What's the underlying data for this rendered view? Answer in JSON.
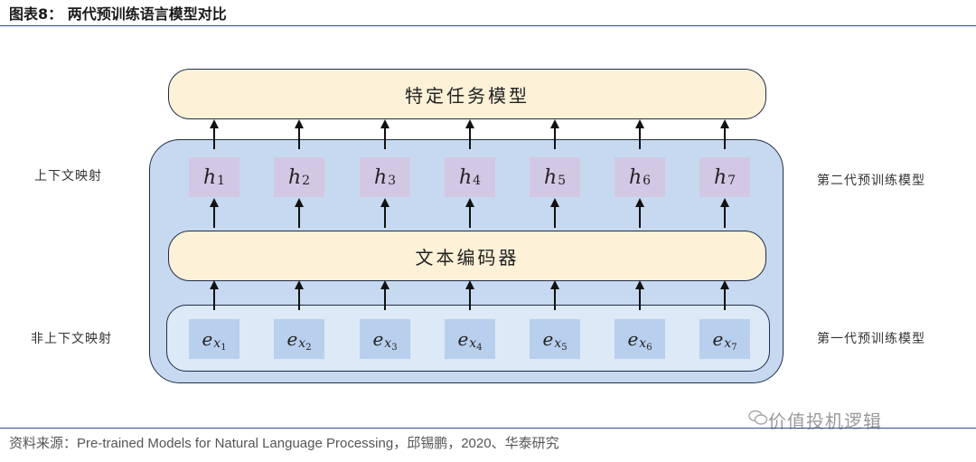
{
  "figure_title": "图表8：  两代预训练语言模型对比",
  "top_module": "特定任务模型",
  "middle_module": "文本编码器",
  "left_labels": {
    "contextual": "上下文映射",
    "non_contextual": "非上下文映射"
  },
  "right_labels": {
    "second_gen": "第二代预训练模型",
    "first_gen": "第一代预训练模型"
  },
  "hidden_symbol": "h",
  "hidden_indices": [
    "1",
    "2",
    "3",
    "4",
    "5",
    "6",
    "7"
  ],
  "embedding_symbol": "e",
  "embedding_sub_symbol": "x",
  "embedding_indices": [
    "1",
    "2",
    "3",
    "4",
    "5",
    "6",
    "7"
  ],
  "source_text": "资料来源：Pre-trained Models for Natural Language Processing，邱锡鹏，2020、华泰研究",
  "watermark_text": "价值投机逻辑",
  "colors": {
    "outer_fill": "#c7d9f0",
    "module_fill": "#fdf1d8",
    "hidden_fill": "#d2c8e4",
    "embed_fill": "#b8cfed",
    "rule": "#2e4f8a"
  }
}
